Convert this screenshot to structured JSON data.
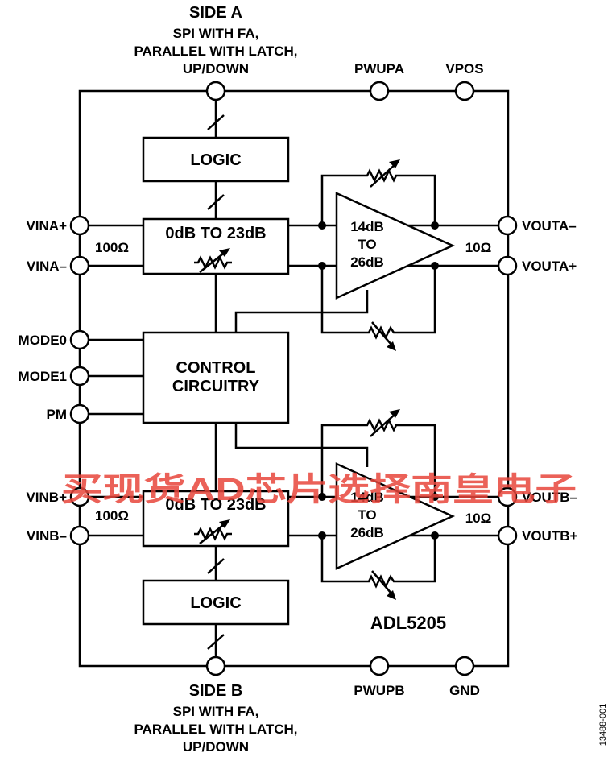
{
  "side_a": {
    "title": "SIDE A",
    "line1": "SPI WITH FA,",
    "line2": "PARALLEL WITH LATCH,",
    "line3": "UP/DOWN"
  },
  "side_b": {
    "title": "SIDE B",
    "line1": "SPI WITH FA,",
    "line2": "PARALLEL WITH LATCH,",
    "line3": "UP/DOWN"
  },
  "pins": {
    "pwupa": "PWUPA",
    "vpos": "VPOS",
    "pwupb": "PWUPB",
    "gnd": "GND",
    "vina_plus": "VINA+",
    "vina_minus": "VINA–",
    "mode0": "MODE0",
    "mode1": "MODE1",
    "pm": "PM",
    "vinb_plus": "VINB+",
    "vinb_minus": "VINB–",
    "vouta_minus": "VOUTA–",
    "vouta_plus": "VOUTA+",
    "voutb_minus": "VOUTB–",
    "voutb_plus": "VOUTB+"
  },
  "blocks": {
    "logic_a": "LOGIC",
    "logic_b": "LOGIC",
    "attenuator_a": "0dB TO 23dB",
    "attenuator_b": "0dB TO 23dB",
    "control_line1": "CONTROL",
    "control_line2": "CIRCUITRY",
    "amp_a_line1": "14dB",
    "amp_a_line2": "TO",
    "amp_a_line3": "26dB",
    "amp_b_line1": "14dB",
    "amp_b_line2": "TO",
    "amp_b_line3": "26dB"
  },
  "resistors": {
    "input_a": "100Ω",
    "input_b": "100Ω",
    "output_a": "10Ω",
    "output_b": "10Ω"
  },
  "part_number": "ADL5205",
  "figure_id": "13488-001",
  "watermark": "买现货AD芯片选择南皇电子",
  "colors": {
    "line": "#000000",
    "watermark": "#e8463c",
    "background": "#ffffff"
  }
}
